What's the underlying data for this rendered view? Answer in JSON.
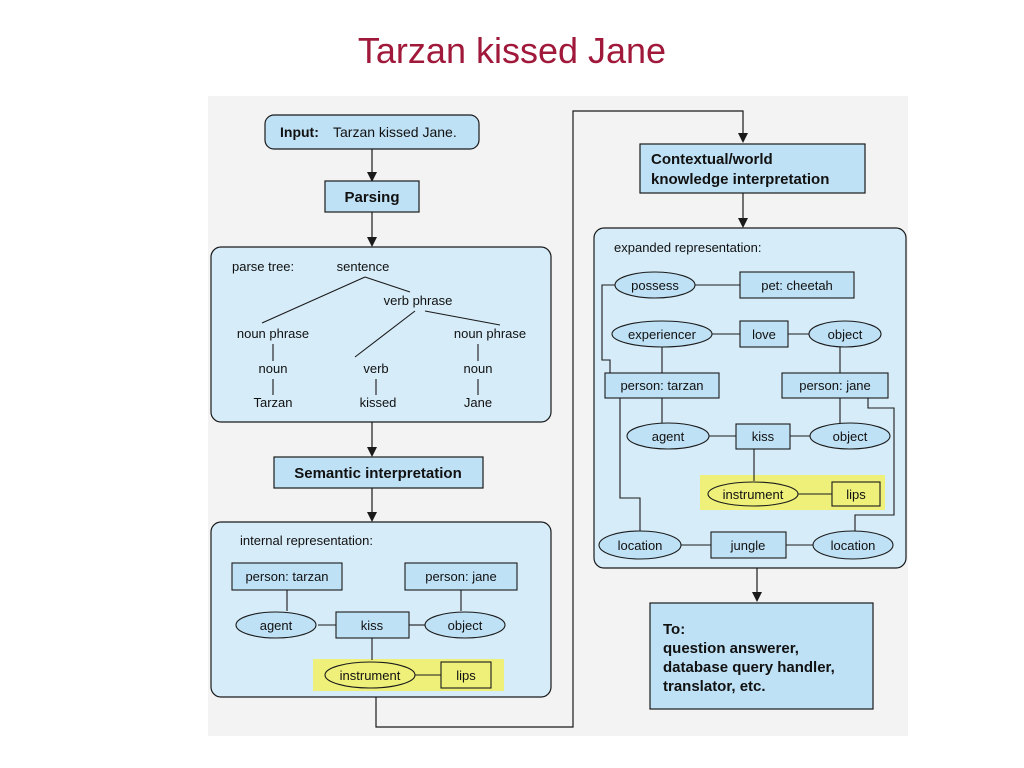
{
  "title": "Tarzan kissed Jane",
  "colors": {
    "box_fill": "#bfe1f5",
    "panel_fill": "#d6ecf9",
    "border": "#1a1a1a",
    "highlight": "#eef07a",
    "title": "#a0183a"
  },
  "left": {
    "input_label": "Input:",
    "input_value": "Tarzan kissed Jane.",
    "parsing": "Parsing",
    "parse_tree": {
      "label": "parse tree:",
      "sentence": "sentence",
      "verb_phrase": "verb phrase",
      "noun_phrase_left": "noun phrase",
      "noun_phrase_right": "noun phrase",
      "noun_left": "noun",
      "verb": "verb",
      "noun_right": "noun",
      "word_tarzan": "Tarzan",
      "word_kissed": "kissed",
      "word_jane": "Jane"
    },
    "semantic": "Semantic interpretation",
    "internal": {
      "label": "internal representation:",
      "person_tarzan": "person: tarzan",
      "person_jane": "person: jane",
      "agent": "agent",
      "kiss": "kiss",
      "object": "object",
      "instrument": "instrument",
      "lips": "lips"
    }
  },
  "right": {
    "contextual_line1": "Contextual/world",
    "contextual_line2": "knowledge interpretation",
    "expanded": {
      "label": "expanded representation:",
      "possess": "possess",
      "pet_cheetah": "pet: cheetah",
      "experiencer": "experiencer",
      "love": "love",
      "object_love": "object",
      "person_tarzan": "person: tarzan",
      "person_jane": "person: jane",
      "agent": "agent",
      "kiss": "kiss",
      "object_kiss": "object",
      "instrument": "instrument",
      "lips": "lips",
      "location_left": "location",
      "jungle": "jungle",
      "location_right": "location"
    },
    "to_box": {
      "line1": "To:",
      "line2": "question answerer,",
      "line3": "database query handler,",
      "line4": "translator, etc."
    }
  }
}
